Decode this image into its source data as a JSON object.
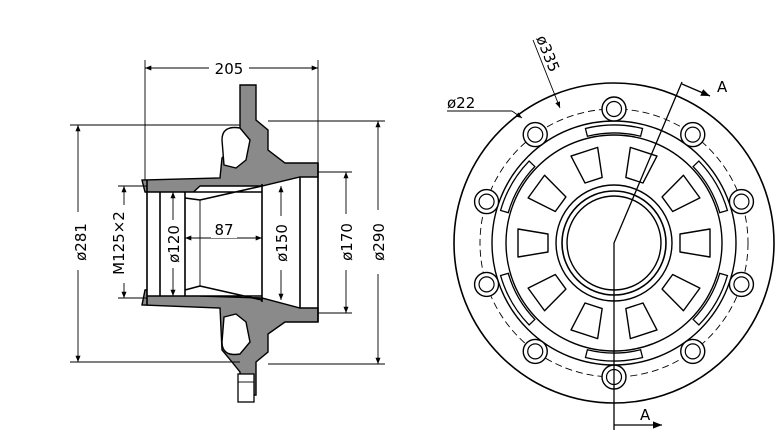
{
  "section_view": {
    "dimensions": {
      "overall_width": "205",
      "dia_281": "ø281",
      "thread": "M125×2",
      "dia_120": "ø120",
      "depth_87": "87",
      "dia_150": "ø150",
      "dia_170": "ø170",
      "dia_290": "ø290"
    }
  },
  "front_view": {
    "bolt_circle": "ø335",
    "hole_dia": "ø22",
    "section_label_top": "A",
    "section_label_bottom": "A"
  }
}
